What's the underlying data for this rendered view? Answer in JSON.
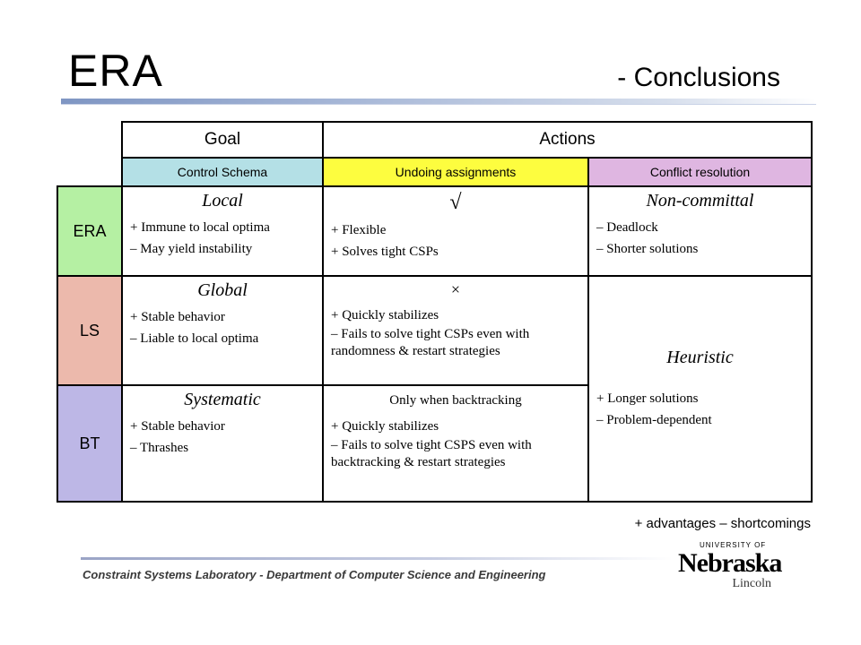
{
  "title": {
    "main": "ERA",
    "sub": "- Conclusions"
  },
  "table": {
    "header": {
      "goal": "Goal",
      "actions": "Actions"
    },
    "subheader": {
      "control_schema": "Control Schema",
      "undoing_assignments": "Undoing assignments",
      "conflict_resolution": "Conflict resolution"
    },
    "rows": {
      "era": {
        "label": "ERA",
        "control": {
          "head": "Local",
          "lines": [
            "+  Immune to local optima",
            "–  May yield instability"
          ]
        },
        "undoing": {
          "head": "√",
          "lines": [
            "+  Flexible",
            "+  Solves tight CSPs"
          ]
        },
        "conflict": {
          "head": "Non-committal",
          "lines": [
            "– Deadlock",
            "– Shorter solutions"
          ]
        }
      },
      "ls": {
        "label": "LS",
        "control": {
          "head": "Global",
          "lines": [
            "+  Stable behavior",
            "–  Liable to local optima"
          ]
        },
        "undoing": {
          "head": "×",
          "lines": [
            "+ Quickly stabilizes",
            "–  Fails to solve tight CSPs even with randomness & restart strategies"
          ]
        }
      },
      "bt": {
        "label": "BT",
        "control": {
          "head": "Systematic",
          "lines": [
            "+  Stable behavior",
            "–    Thrashes"
          ]
        },
        "undoing": {
          "head": "Only when backtracking",
          "lines": [
            "+ Quickly stabilizes",
            "–  Fails to solve tight CSPS even with backtracking & restart strategies"
          ]
        }
      },
      "ls_bt_conflict": {
        "head": "Heuristic",
        "lines": [
          "+  Longer solutions",
          "– Problem-dependent"
        ]
      }
    }
  },
  "legend": "+ advantages   – shortcomings",
  "footer": {
    "text": "Constraint Systems Laboratory - Department of Computer Science and Engineering",
    "logo": {
      "univ": "UNIVERSITY OF",
      "name": "Nebraska",
      "city": "Lincoln"
    }
  }
}
